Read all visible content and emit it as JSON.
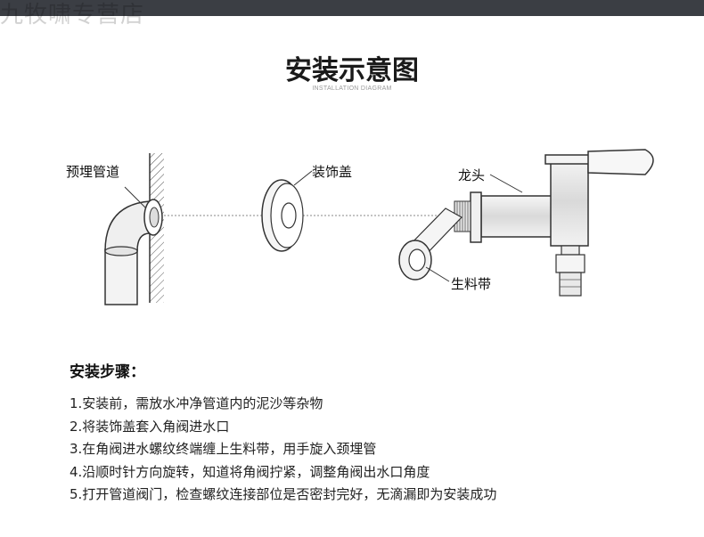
{
  "header": {
    "watermark": "九牧啸专营店",
    "bar_color": "#3b3e44"
  },
  "title": "安装示意图",
  "subtitle": "INSTALLATION DIAGRAM",
  "diagram": {
    "labels": {
      "pipe": "预埋管道",
      "cover": "装饰盖",
      "faucet": "龙头",
      "tape": "生料带"
    },
    "icons": [
      "embedded-pipe-icon",
      "decorative-cover-icon",
      "faucet-icon",
      "raw-material-tape-icon"
    ]
  },
  "steps": {
    "heading": "安装步骤：",
    "items": [
      "1.安装前，需放水冲净管道内的泥沙等杂物",
      "2.将装饰盖套入角阀进水口",
      "3.在角阀进水螺纹终端缠上生料带，用手旋入颈埋管",
      "4.沿顺时针方向旋转，知道将角阀拧紧，调整角阀出水口角度",
      "5.打开管道阀门，检查螺纹连接部位是否密封完好，无滴漏即为安装成功"
    ]
  }
}
